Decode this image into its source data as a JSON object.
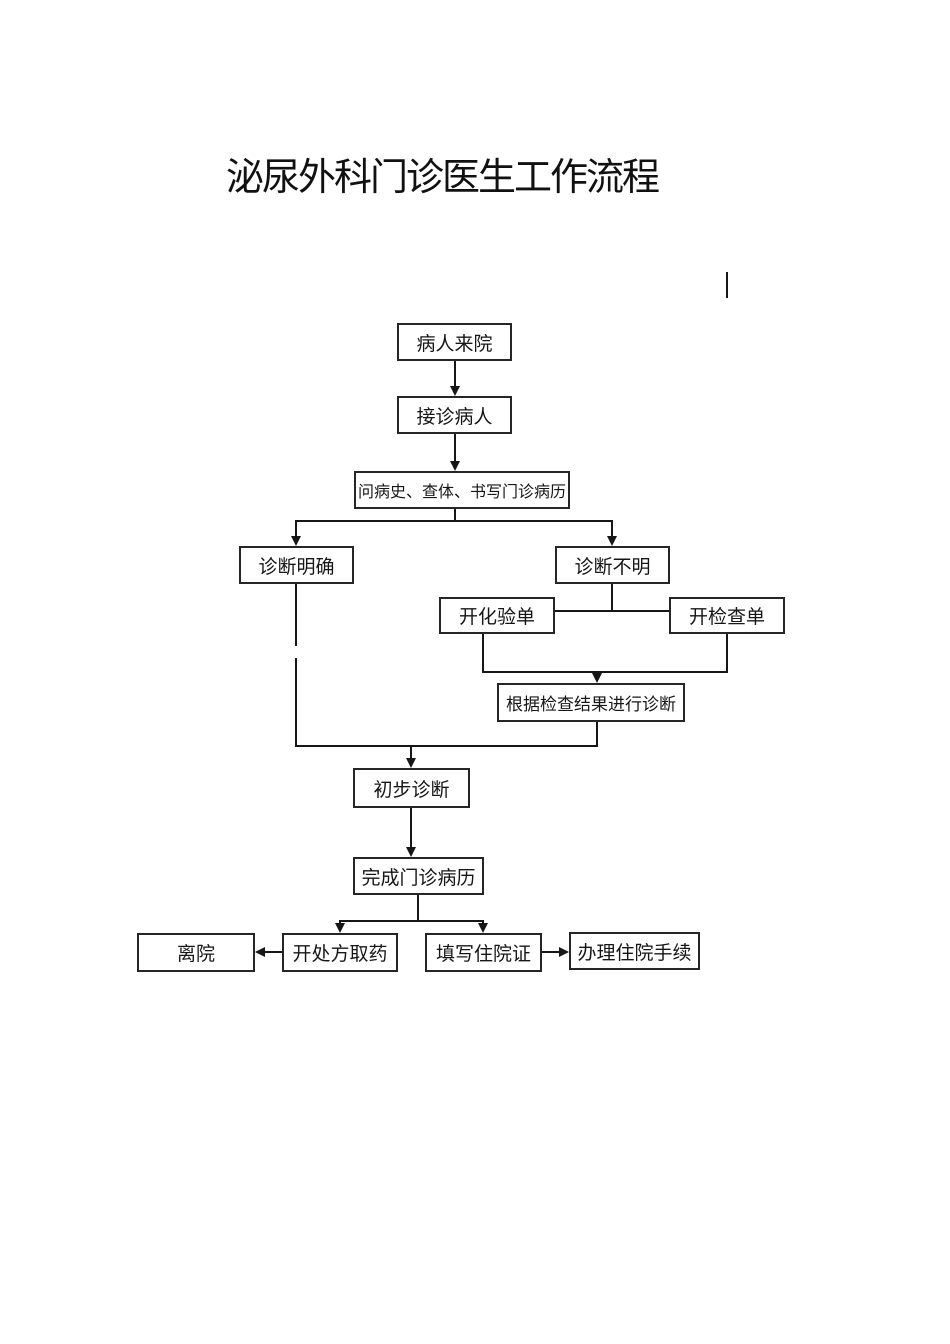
{
  "diagram": {
    "title": "泌尿外科门诊医生工作流程",
    "colors": {
      "background": "#ffffff",
      "line": "#161616",
      "box_border": "#262626",
      "text": "#161616"
    },
    "nodes": {
      "patient_arrives": {
        "label": "病人来院"
      },
      "receive_patient": {
        "label": "接诊病人"
      },
      "history_exam_record": {
        "label": "问病史、查体、书写门诊病历"
      },
      "diagnosis_clear": {
        "label": "诊断明确"
      },
      "diagnosis_unclear": {
        "label": "诊断不明"
      },
      "order_lab_tests": {
        "label": "开化验单"
      },
      "order_exams": {
        "label": "开检查单"
      },
      "diagnose_by_results": {
        "label": "根据检查结果进行诊断"
      },
      "preliminary_diagnosis": {
        "label": "初步诊断"
      },
      "complete_record": {
        "label": "完成门诊病历"
      },
      "leave_hospital": {
        "label": "离院"
      },
      "prescribe_medicine": {
        "label": "开处方取药"
      },
      "fill_admission_form": {
        "label": "填写住院证"
      },
      "admission_procedures": {
        "label": "办理住院手续"
      }
    }
  }
}
